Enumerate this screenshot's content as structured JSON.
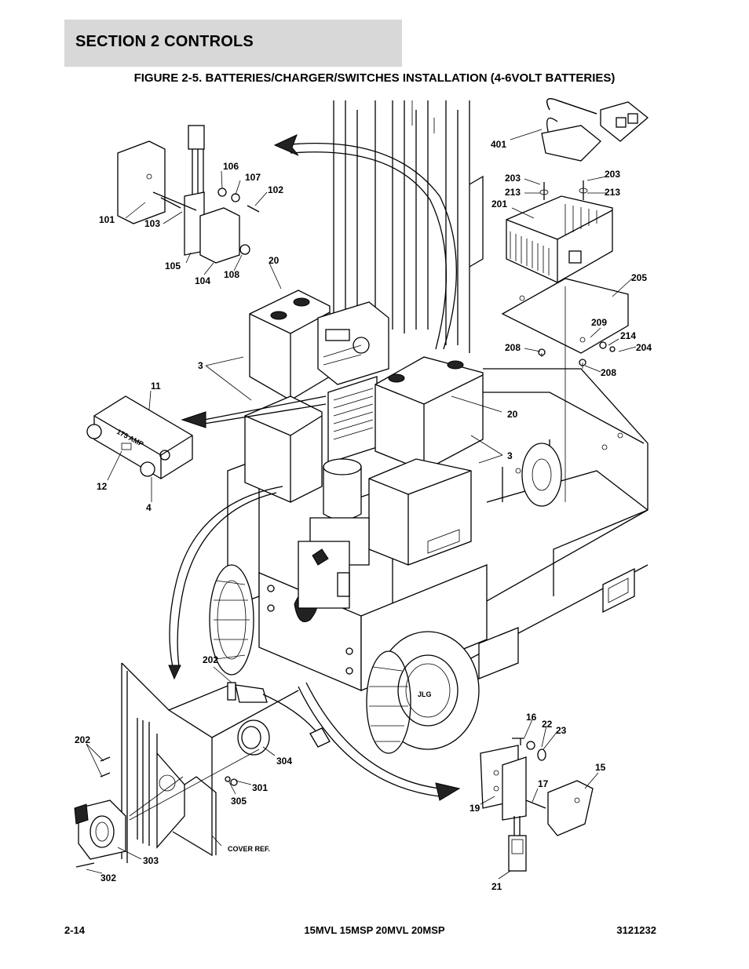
{
  "header": {
    "section_title": "SECTION 2   CONTROLS"
  },
  "figure": {
    "title": "FIGURE 2-5. BATTERIES/CHARGER/SWITCHES INSTALLATION (4-6VOLT BATTERIES)",
    "callouts": {
      "c401": "401",
      "c203a": "203",
      "c203b": "203",
      "c213a": "213",
      "c213b": "213",
      "c201": "201",
      "c205": "205",
      "c209": "209",
      "c214": "214",
      "c204": "204",
      "c208a": "208",
      "c208b": "208",
      "c106": "106",
      "c107": "107",
      "c102": "102",
      "c101": "101",
      "c103": "103",
      "c105": "105",
      "c104": "104",
      "c108": "108",
      "c20a": "20",
      "c20b": "20",
      "c3a": "3",
      "c3b": "3",
      "c11": "11",
      "c12": "12",
      "c4": "4",
      "c202a": "202",
      "c202b": "202",
      "c304": "304",
      "c301": "301",
      "c305": "305",
      "c303": "303",
      "c302": "302",
      "c16": "16",
      "c22": "22",
      "c23": "23",
      "c15": "15",
      "c17": "17",
      "c19": "19",
      "c21": "21"
    },
    "fuse_label": "175  AMP",
    "cover_ref": "COVER REF."
  },
  "footer": {
    "page_number": "2-14",
    "models": "15MVL 15MSP 20MVL 20MSP",
    "doc_number": "3121232"
  }
}
